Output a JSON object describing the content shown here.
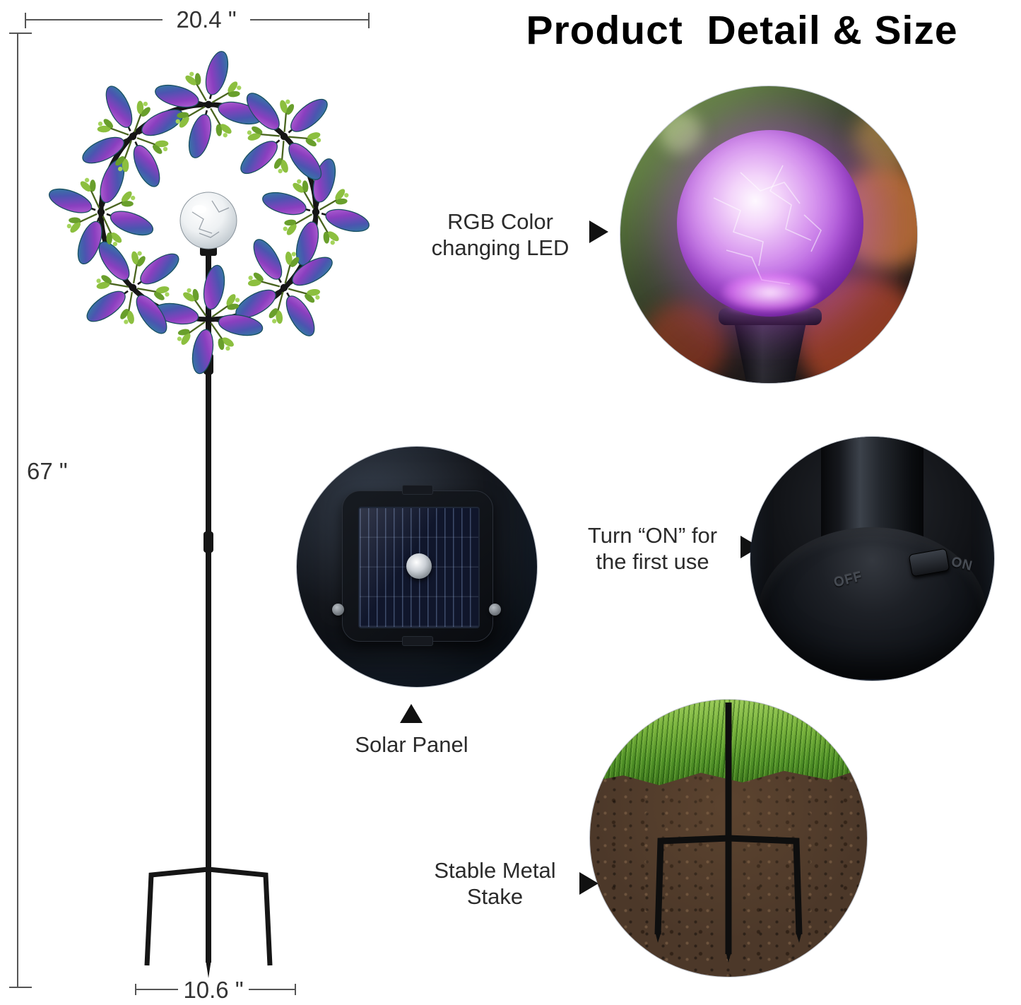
{
  "title": "Product  Detail & Size",
  "diagram": {
    "dim_width": "20.4 \"",
    "dim_height": "67 \"",
    "dim_stake": "10.6 \""
  },
  "callouts": {
    "led": {
      "line1": "RGB Color",
      "line2": "changing LED"
    },
    "solar": {
      "label": "Solar Panel"
    },
    "switch": {
      "line1": "Turn “ON” for",
      "line2": "the first use"
    },
    "stake": {
      "line1": "Stable Metal",
      "line2": "Stake"
    }
  },
  "switch_photo": {
    "off": "OFF",
    "on": "ON"
  },
  "colors": {
    "leaf_purple": "#8a3fbf",
    "leaf_teal": "#2a8a9e",
    "sprig_green": "#8cbf3f",
    "led_glow": "#b55ae0",
    "grass_green": "#63a032",
    "soil_brown": "#4c3829",
    "metal_black": "#161616"
  }
}
